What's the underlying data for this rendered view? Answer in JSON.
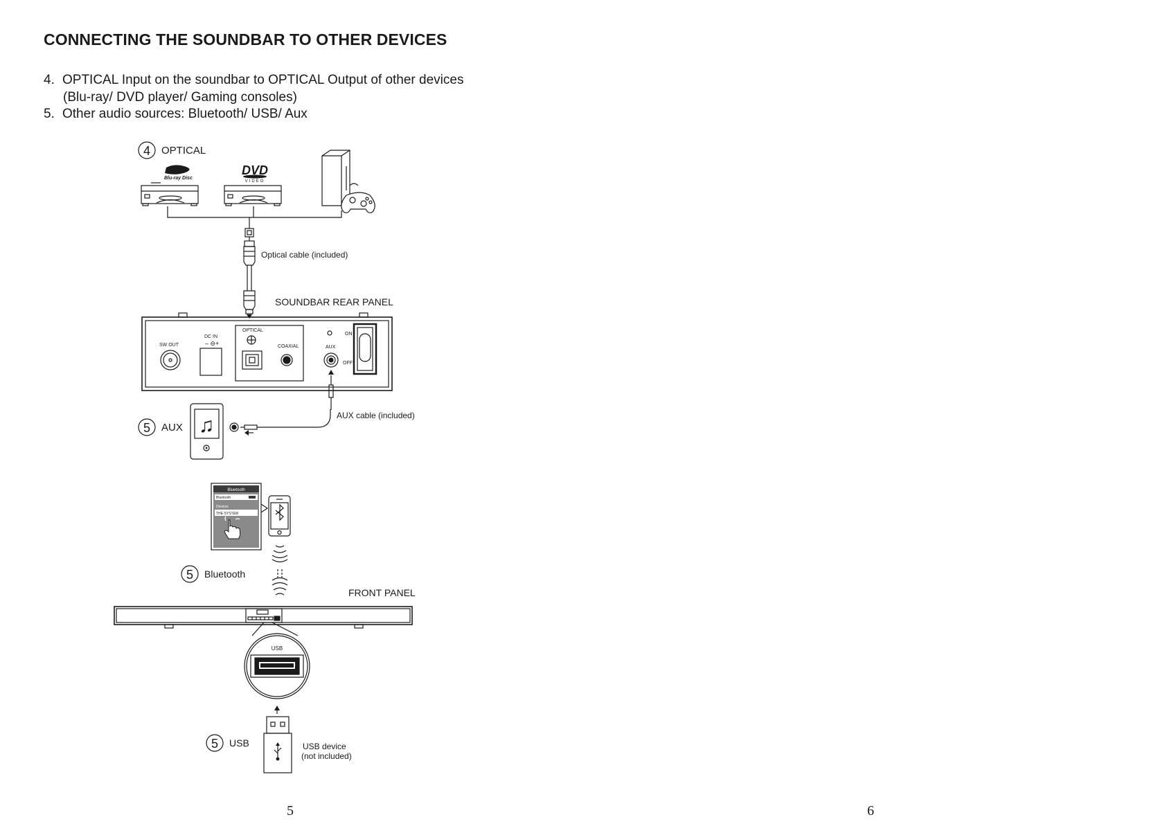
{
  "heading": "CONNECTING THE SOUNDBAR TO OTHER DEVICES",
  "steps": [
    {
      "num": "4.",
      "text": "OPTICAL Input on the soundbar to OPTICAL Output of other devices",
      "text2": "(Blu-ray/ DVD player/ Gaming consoles)"
    },
    {
      "num": "5.",
      "text": "Other audio sources: Bluetooth/ USB/ Aux"
    }
  ],
  "diagram": {
    "optical": {
      "num": "4",
      "label": "OPTICAL"
    },
    "bluray_logo": "Blu-ray Disc",
    "dvd_logo": {
      "main": "DVD",
      "sub": "VIDEO"
    },
    "optical_cable": "Optical cable (included)",
    "rear_panel_title": "SOUNDBAR REAR PANEL",
    "rear_panel": {
      "sw_out": "SW OUT",
      "dc_in": "DC IN",
      "optical": "OPTICAL",
      "coaxial": "COAXIAL",
      "aux": "AUX",
      "on": "ON",
      "off": "OFF"
    },
    "aux": {
      "num": "5",
      "label": "AUX"
    },
    "aux_cable": "AUX cable (included)",
    "bluetooth_screen": {
      "title": "Bluetooth",
      "row1": "Bluetooth",
      "devices": "Devices",
      "device_name": "THE-SYSTEM"
    },
    "bluetooth": {
      "num": "5",
      "label": "Bluetooth"
    },
    "front_panel_title": "FRONT PANEL",
    "usb_port": "USB",
    "usb": {
      "num": "5",
      "label": "USB"
    },
    "usb_device": "USB device",
    "usb_device_note": "(not included)"
  },
  "page_left": "5",
  "page_right": "6"
}
